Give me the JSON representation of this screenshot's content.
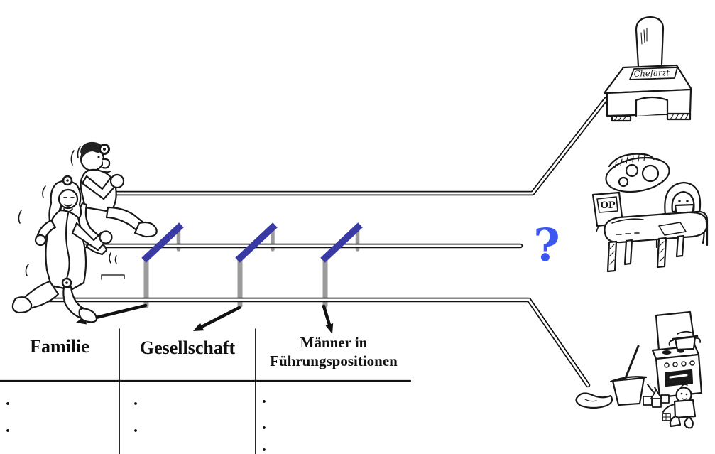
{
  "question_mark": "?",
  "signs": {
    "chefarzt": "Chefarzt",
    "op": "OP"
  },
  "colors": {
    "ink": "#181818",
    "hurdle_blue": "#3a3aa4",
    "hurdle_gray": "#9b9b9b",
    "question_blue": "#3b57ef"
  },
  "illustrations": {
    "left": "male-and-female-doctor-runners",
    "top_right": "chief-physician-desk",
    "middle_right": "operating-room",
    "bottom_right": "kitchen-with-baby"
  },
  "table": {
    "columns": [
      {
        "label": "Familie",
        "bullets": [
          ".",
          "."
        ]
      },
      {
        "label": "Gesellschaft",
        "bullets": [
          ".",
          "."
        ]
      },
      {
        "label": "Männer in Führungspositionen",
        "bullets": [
          ".",
          ".",
          "."
        ]
      }
    ]
  }
}
